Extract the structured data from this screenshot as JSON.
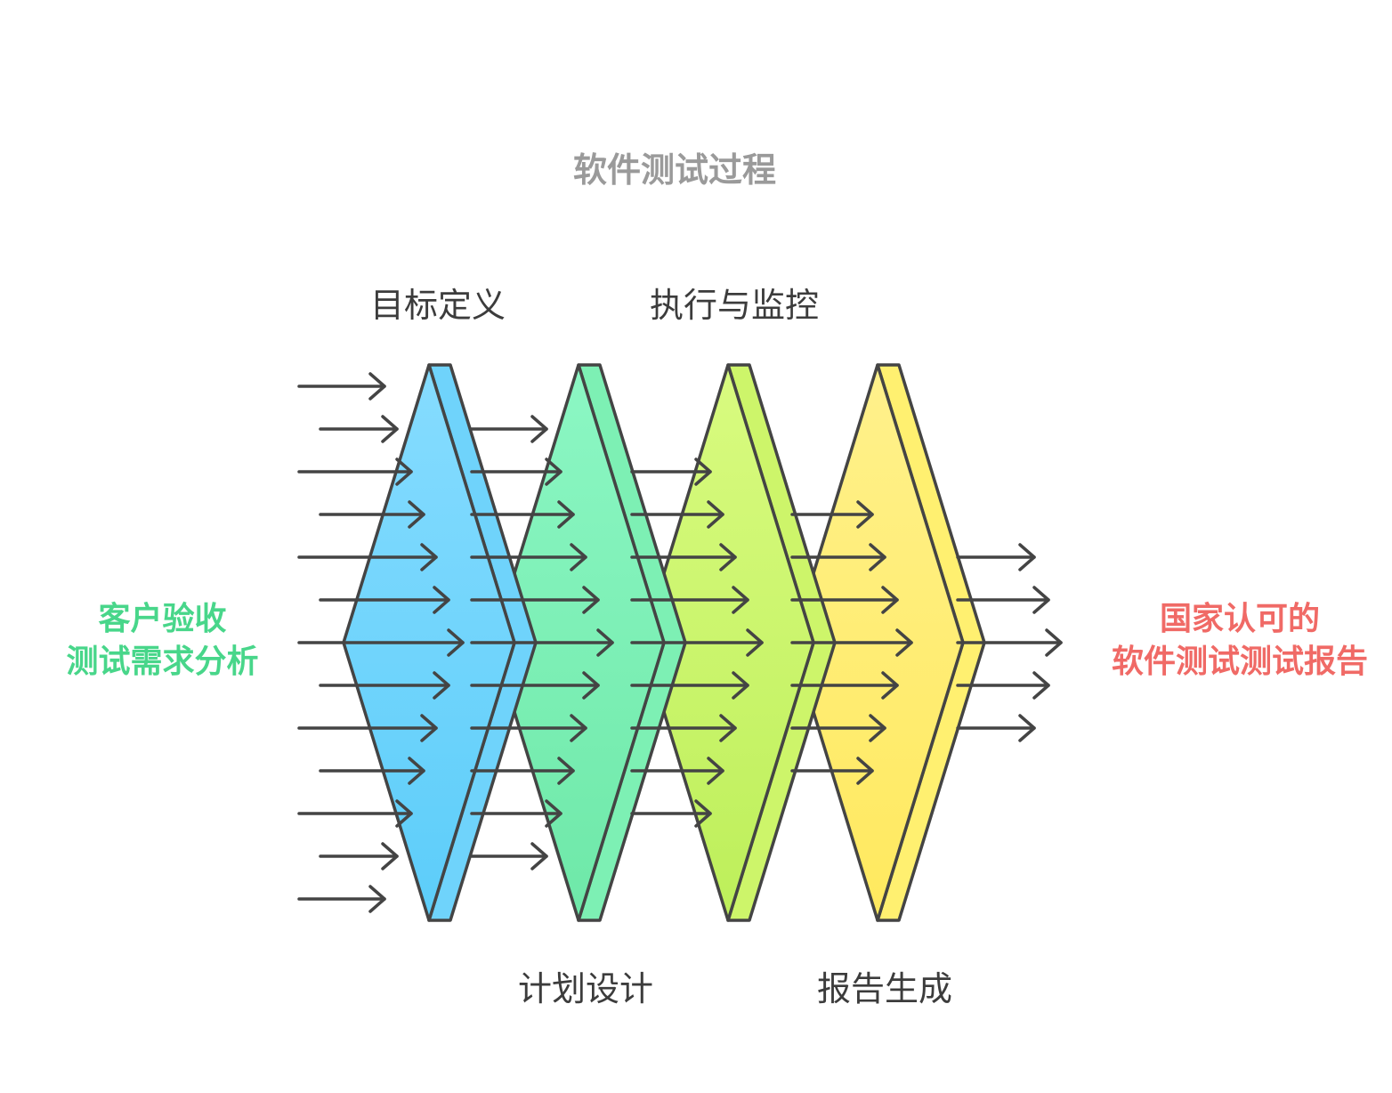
{
  "title": "软件测试过程",
  "input_label": {
    "line1": "客户验收",
    "line2": "测试需求分析"
  },
  "output_label": {
    "line1": "国家认可的",
    "line2": "软件测试测试报告"
  },
  "stages": [
    {
      "label": "目标定义",
      "color_top": "#86dcff",
      "color_bottom": "#5ccdf9",
      "edge_color": "#6fd3fb"
    },
    {
      "label": "计划设计",
      "color_top": "#8cf7c4",
      "color_bottom": "#6ee8a8",
      "edge_color": "#7df0b4"
    },
    {
      "label": "执行与监控",
      "color_top": "#d9fb80",
      "color_bottom": "#bdef5a",
      "edge_color": "#cdf56a"
    },
    {
      "label": "报告生成",
      "color_top": "#fff18c",
      "color_bottom": "#ffe95e",
      "edge_color": "#fff070"
    }
  ],
  "colors": {
    "outline": "#444444",
    "title": "#9a9a9a",
    "input_text": "#48d68a",
    "output_text": "#f06a66"
  }
}
